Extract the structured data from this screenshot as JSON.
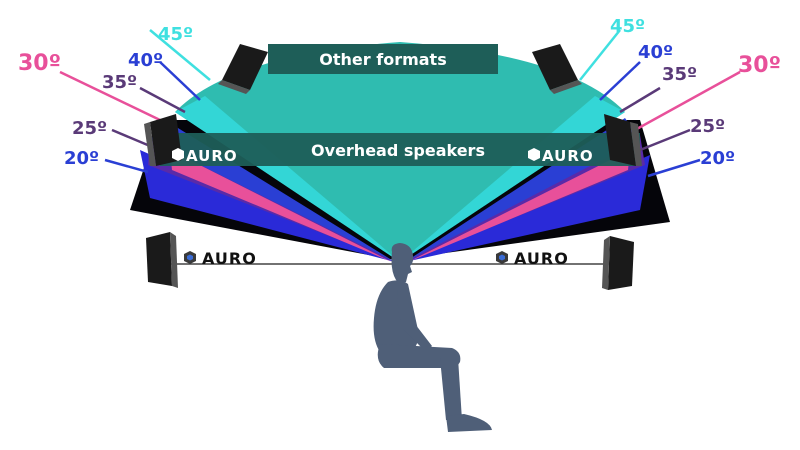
{
  "banners": {
    "top": "Other formats",
    "middle": "Overhead speakers"
  },
  "logo": {
    "text": "AURO"
  },
  "angles": {
    "left": [
      {
        "label": "45º",
        "color": "#3fe0e0"
      },
      {
        "label": "40º",
        "color": "#2a3fd4"
      },
      {
        "label": "35º",
        "color": "#5a3a78"
      },
      {
        "label": "30º",
        "color": "#e8509a"
      },
      {
        "label": "25º",
        "color": "#5a3a78"
      },
      {
        "label": "20º",
        "color": "#2a3fd4"
      }
    ],
    "right": [
      {
        "label": "45º",
        "color": "#3fe0e0"
      },
      {
        "label": "40º",
        "color": "#2a3fd4"
      },
      {
        "label": "35º",
        "color": "#5a3a78"
      },
      {
        "label": "30º",
        "color": "#e8509a"
      },
      {
        "label": "25º",
        "color": "#5a3a78"
      },
      {
        "label": "20º",
        "color": "#2a3fd4"
      }
    ]
  },
  "colors": {
    "teal": "#2fbcb0",
    "banner": "#1e5e58",
    "pink": "#e8509a",
    "blue": "#2233dd",
    "purple": "#5a2aa0",
    "listener": "#4f5f78"
  },
  "icons": {
    "speaker": "speaker-icon",
    "logo_mark": "auro-cube-icon",
    "listener": "seated-person-icon"
  }
}
